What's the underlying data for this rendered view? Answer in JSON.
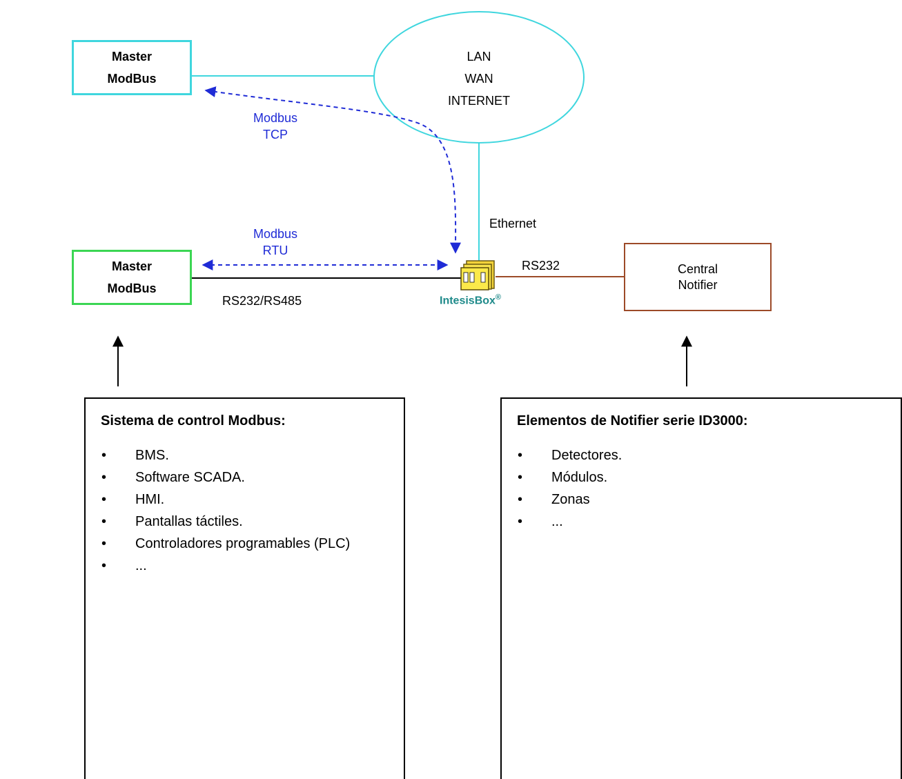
{
  "network": {
    "lines": [
      "LAN",
      "WAN",
      "INTERNET"
    ]
  },
  "master_tcp": {
    "line1": "Master",
    "line2": "ModBus"
  },
  "master_rtu": {
    "line1": "Master",
    "line2": "ModBus"
  },
  "central": {
    "line1": "Central",
    "line2": "Notifier"
  },
  "labels": {
    "modbus_tcp_1": "Modbus",
    "modbus_tcp_2": "TCP",
    "modbus_rtu_1": "Modbus",
    "modbus_rtu_2": "RTU",
    "ethernet": "Ethernet",
    "rs232": "RS232",
    "rs232_rs485": "RS232/RS485",
    "intesisbox": "IntesisBox",
    "registered": "®"
  },
  "modbus_box": {
    "title": "Sistema de control Modbus:",
    "items": [
      "BMS.",
      "Software SCADA.",
      "HMI.",
      "Pantallas táctiles.",
      "Controladores programables (PLC)",
      "..."
    ]
  },
  "notifier_box": {
    "title": "Elementos de Notifier serie ID3000:",
    "items": [
      "Detectores.",
      "Módulos.",
      "Zonas",
      "..."
    ]
  },
  "colors": {
    "tcp_border": "#3fd6de",
    "rtu_border": "#3bd653",
    "notifier_border": "#9c4a28",
    "dashed_arrow": "#1f2bd6",
    "ethernet_line": "#3fd6de",
    "intesis_text": "#1e8a8a"
  },
  "icons": {
    "device": "intesisbox-device-icon"
  }
}
